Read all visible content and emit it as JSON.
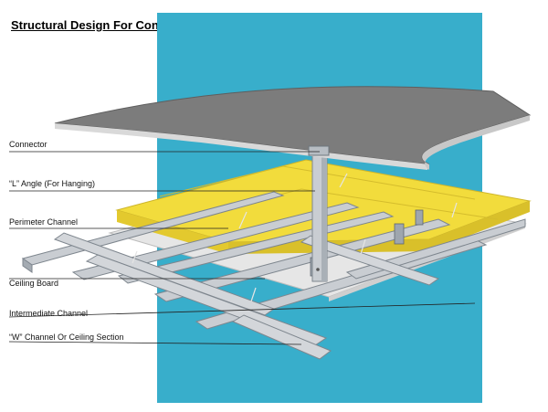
{
  "title": "Structural Design For Concealed Type Ceiling",
  "labels": {
    "connector": "Connector",
    "l_angle": "“L” Angle (For Hanging)",
    "perimeter_channel": "Perimeter Channel",
    "ceiling_board": "Ceiling Board",
    "intermediate_channel": "Intermediate Channel",
    "w_channel": "“W” Channel Or Ceiling Section"
  },
  "colors": {
    "backdrop": "#38AECB",
    "insulation": "#F2DC3C",
    "slab_top": "#7C7C7C",
    "slab_edge": "#D9D9D9",
    "board": "#E8E8E8",
    "steel": "#C9CDD2"
  }
}
